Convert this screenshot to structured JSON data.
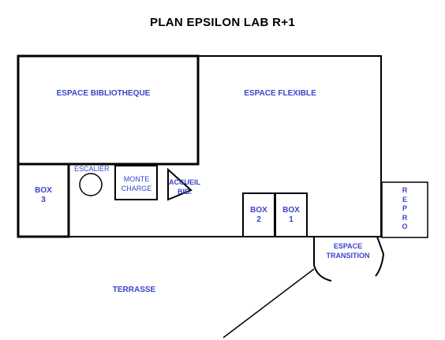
{
  "title": "PLAN EPSILON LAB R+1",
  "colors": {
    "walls": "#000000",
    "labels": "#3a44c8",
    "background": "#ffffff"
  },
  "rooms": {
    "bibliotheque": "ESPACE BIBLIOTHEQUE",
    "flexible": "ESPACE FLEXIBLE",
    "box3": [
      "BOX",
      "3"
    ],
    "escalier": "ESCALIER",
    "monte_charge": [
      "MONTE",
      "CHARGE"
    ],
    "accueil": [
      "ACCUEIL",
      "BIB."
    ],
    "box2": [
      "BOX",
      "2"
    ],
    "box1": [
      "BOX",
      "1"
    ],
    "repro": [
      "R",
      "E",
      "P",
      "R",
      "O"
    ],
    "transition": [
      "ESPACE",
      "TRANSITION"
    ],
    "terrasse": "TERRASSE"
  }
}
